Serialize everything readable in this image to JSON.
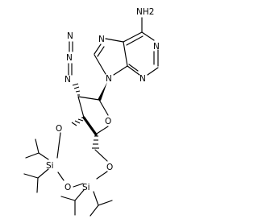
{
  "molecule": {
    "atoms": [
      {
        "id": "n_amine",
        "label": "NH2"
      },
      {
        "id": "n7",
        "label": "N"
      },
      {
        "id": "n1",
        "label": "N"
      },
      {
        "id": "n9",
        "label": "N"
      },
      {
        "id": "n3",
        "label": "N"
      },
      {
        "id": "n_az1",
        "label": "N"
      },
      {
        "id": "n_az2",
        "label": "N"
      },
      {
        "id": "n_az3",
        "label": "N"
      },
      {
        "id": "o_ring",
        "label": "O"
      },
      {
        "id": "o3",
        "label": "O"
      },
      {
        "id": "o5",
        "label": "O"
      },
      {
        "id": "o_link",
        "label": "O"
      },
      {
        "id": "si1",
        "label": "Si"
      },
      {
        "id": "si2",
        "label": "Si"
      }
    ]
  }
}
